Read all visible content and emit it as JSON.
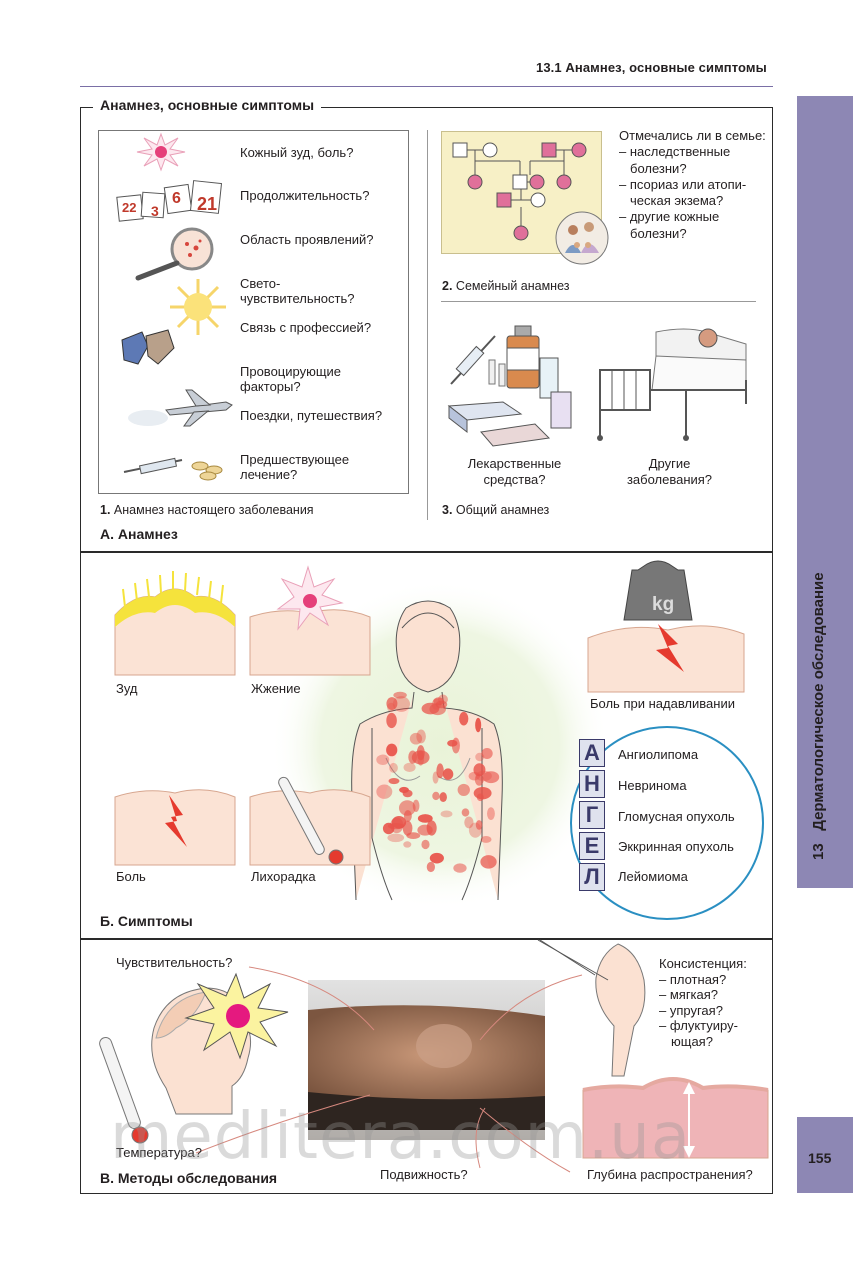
{
  "header": {
    "running_head": "13.1 Анамнез, основные симптомы"
  },
  "frame": {
    "title": "Анамнез, основные симптомы"
  },
  "sidebar": {
    "chapter_title": "Дерматологическое обследование",
    "chapter_number": "13"
  },
  "page_number": "155",
  "watermark": "medlitera.com.ua",
  "section_a": {
    "title": "A. Анамнез",
    "current_disease": {
      "caption_num": "1.",
      "caption": "Анамнез настоящего заболевания",
      "questions": [
        "Кожный зуд, боль?",
        "Продолжительность?",
        "Область проявлений?",
        "Свето-",
        "чувствительность?",
        "Связь с профессией?",
        "Провоцирующие",
        "факторы?",
        "Поездки, путешествия?",
        "Предшествующее",
        "лечение?"
      ],
      "calendar_days": [
        "22",
        "3",
        "6",
        "21"
      ]
    },
    "family": {
      "caption_num": "2.",
      "caption": "Семейный анамнез",
      "text": [
        "Отмечались ли в семье:",
        "– наследственные",
        "болезни?",
        "– псориаз или атопи-",
        "ческая экзема?",
        "– другие кожные",
        "болезни?"
      ]
    },
    "general": {
      "caption_num": "3.",
      "caption": "Общий анамнез",
      "drugs_label": [
        "Лекарственные",
        "средства?"
      ],
      "other_label": [
        "Другие",
        "заболевания?"
      ]
    }
  },
  "section_b": {
    "title": "Б. Симптомы",
    "itch": "Зуд",
    "burning": "Жжение",
    "pain": "Боль",
    "fever": "Лихорадка",
    "pressure_pain": "Боль при надавливании",
    "weight_label": "kg",
    "angel_letters": [
      "А",
      "Н",
      "Г",
      "Е",
      "Л"
    ],
    "angel_items": [
      "Ангиолипома",
      "Невринома",
      "Гломусная опухоль",
      "Эккринная опухоль",
      "Лейомиома"
    ]
  },
  "section_c": {
    "title": "B. Методы обследования",
    "sensitivity": "Чувствительность?",
    "temperature": "Температура?",
    "mobility": "Подвижность?",
    "depth": "Глубина распространения?",
    "consistency": [
      "Консистенция:",
      "– плотная?",
      "– мягкая?",
      "– упругая?",
      "– флуктуиру-",
      "ющая?"
    ]
  },
  "colors": {
    "accent": "#8d87b4",
    "rash": "#e8534a",
    "skin": "#f6d2bf",
    "itch_yellow": "#f5e33c",
    "angel_circle": "#2a8fc2",
    "family_bg": "#f7f0c6",
    "pedigree_pink": "#e0709a"
  }
}
